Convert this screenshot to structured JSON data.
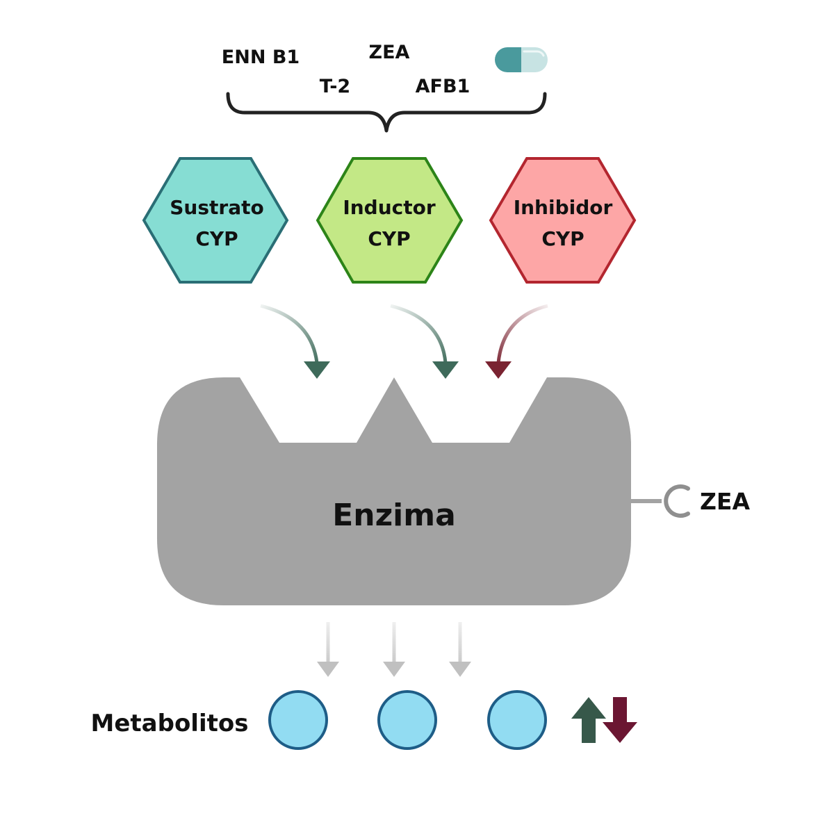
{
  "toxins": [
    {
      "id": "enn-b1",
      "label": "ENN B1"
    },
    {
      "id": "zea",
      "label": "ZEA"
    },
    {
      "id": "t-2",
      "label": "T-2"
    },
    {
      "id": "afb1",
      "label": "AFB1"
    }
  ],
  "icons": {
    "drug": "capsule-icon",
    "increase": "arrow-up-icon",
    "decrease": "arrow-down-icon",
    "receptor": "receptor-hook-icon"
  },
  "hexagons": [
    {
      "line1": "Sustrato",
      "line2": "CYP",
      "fill": "#86ddd3",
      "stroke": "#2a6e75"
    },
    {
      "line1": "Inductor",
      "line2": "CYP",
      "fill": "#c3e886",
      "stroke": "#2c8418"
    },
    {
      "line1": "Inhibidor",
      "line2": "CYP",
      "fill": "#fda6a6",
      "stroke": "#b3262f"
    }
  ],
  "enzyme": {
    "label": "Enzima",
    "color": "#a3a3a3"
  },
  "receptor_label": "ZEA",
  "metabolites": {
    "label": "Metabolitos",
    "fill": "#92dcf2",
    "stroke": "#1e5d87"
  },
  "colors": {
    "green_arrow": "#3e6a5a",
    "red_arrow": "#7a2331",
    "up_arrow": "#37584a",
    "down_arrow": "#6b1632",
    "gray_arrow": "#c0c0c0",
    "capsule_dark": "#4a9a9d",
    "capsule_light": "#c7e3e3"
  }
}
